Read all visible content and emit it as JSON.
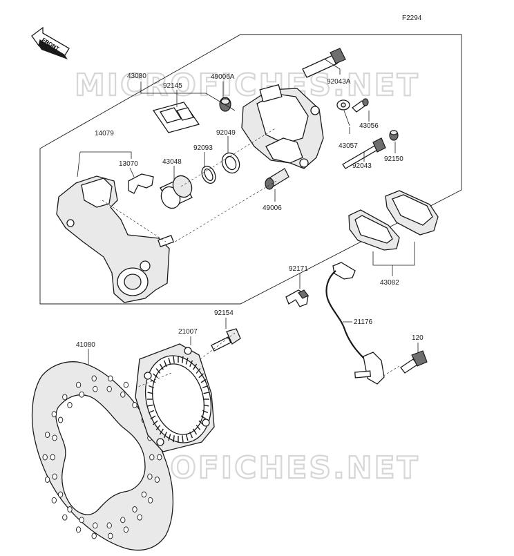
{
  "figure_code": "F2294",
  "front_label": "FRONT",
  "watermark": "MICROFICHES.NET",
  "callouts": {
    "c43080": "43080",
    "c92145": "92145",
    "c49006A": "49006A",
    "c92043A": "92043A",
    "c43056": "43056",
    "c43057": "43057",
    "c92049": "92049",
    "c92093": "92093",
    "c14079": "14079",
    "c13070": "13070",
    "c43048": "43048",
    "c92150": "92150",
    "c92043": "92043",
    "c49006": "49006",
    "c43082": "43082",
    "c92171": "92171",
    "c21176": "21176",
    "c92154": "92154",
    "c21007": "21007",
    "c41080": "41080",
    "c120": "120"
  }
}
